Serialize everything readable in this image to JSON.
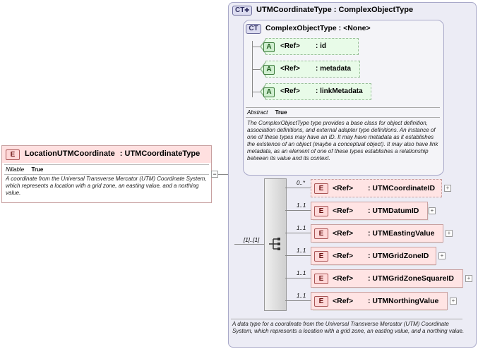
{
  "root_element": {
    "badge": "E",
    "name": "LocationUTMCoordinate",
    "type": ": UTMCoordinateType",
    "nillable_label": "Nillable",
    "nillable_value": "True",
    "description": "A coordinate from the Universal Transverse Mercator (UTM) Coordinate System, which represents a location with a grid zone, an easting value, and a northing value."
  },
  "complex_type": {
    "badge": "CT",
    "title": "UTMCoordinateType : ComplexObjectType",
    "description": "A data type for a coordinate from the Universal Transverse Mercator (UTM) Coordinate System, which represents a location with a grid zone, an easting value, and a northing value."
  },
  "base_type": {
    "badge": "CT",
    "title": "ComplexObjectType : <None>",
    "abstract_label": "Abstract",
    "abstract_value": "True",
    "description": "The ComplexObjectType type provides a base class for object definition, association definitions, and external adapter type definitions. An instance of one of these types may have an ID. It may have metadata as it establishes the existence of an object (maybe a conceptual object). It may also have link metadata, as an element of one of these types establishes a relationship between its value and its context.",
    "attributes": [
      {
        "badge": "A",
        "ref": "<Ref>",
        "name": ": id"
      },
      {
        "badge": "A",
        "ref": "<Ref>",
        "name": ": metadata"
      },
      {
        "badge": "A",
        "ref": "<Ref>",
        "name": ": linkMetadata"
      }
    ]
  },
  "sequence": {
    "cardinality": "[1]..[1]",
    "elements": [
      {
        "badge": "E",
        "cardinality": "0..*",
        "ref": "<Ref>",
        "name": ": UTMCoordinateID",
        "optional": true
      },
      {
        "badge": "E",
        "cardinality": "1..1",
        "ref": "<Ref>",
        "name": ": UTMDatumID",
        "optional": false
      },
      {
        "badge": "E",
        "cardinality": "1..1",
        "ref": "<Ref>",
        "name": ": UTMEastingValue",
        "optional": false
      },
      {
        "badge": "E",
        "cardinality": "1..1",
        "ref": "<Ref>",
        "name": ": UTMGridZoneID",
        "optional": false
      },
      {
        "badge": "E",
        "cardinality": "1..1",
        "ref": "<Ref>",
        "name": ": UTMGridZoneSquareID",
        "optional": false
      },
      {
        "badge": "E",
        "cardinality": "1..1",
        "ref": "<Ref>",
        "name": ": UTMNorthingValue",
        "optional": false
      }
    ]
  },
  "icons": {
    "expand": "+",
    "collapse": "−"
  }
}
